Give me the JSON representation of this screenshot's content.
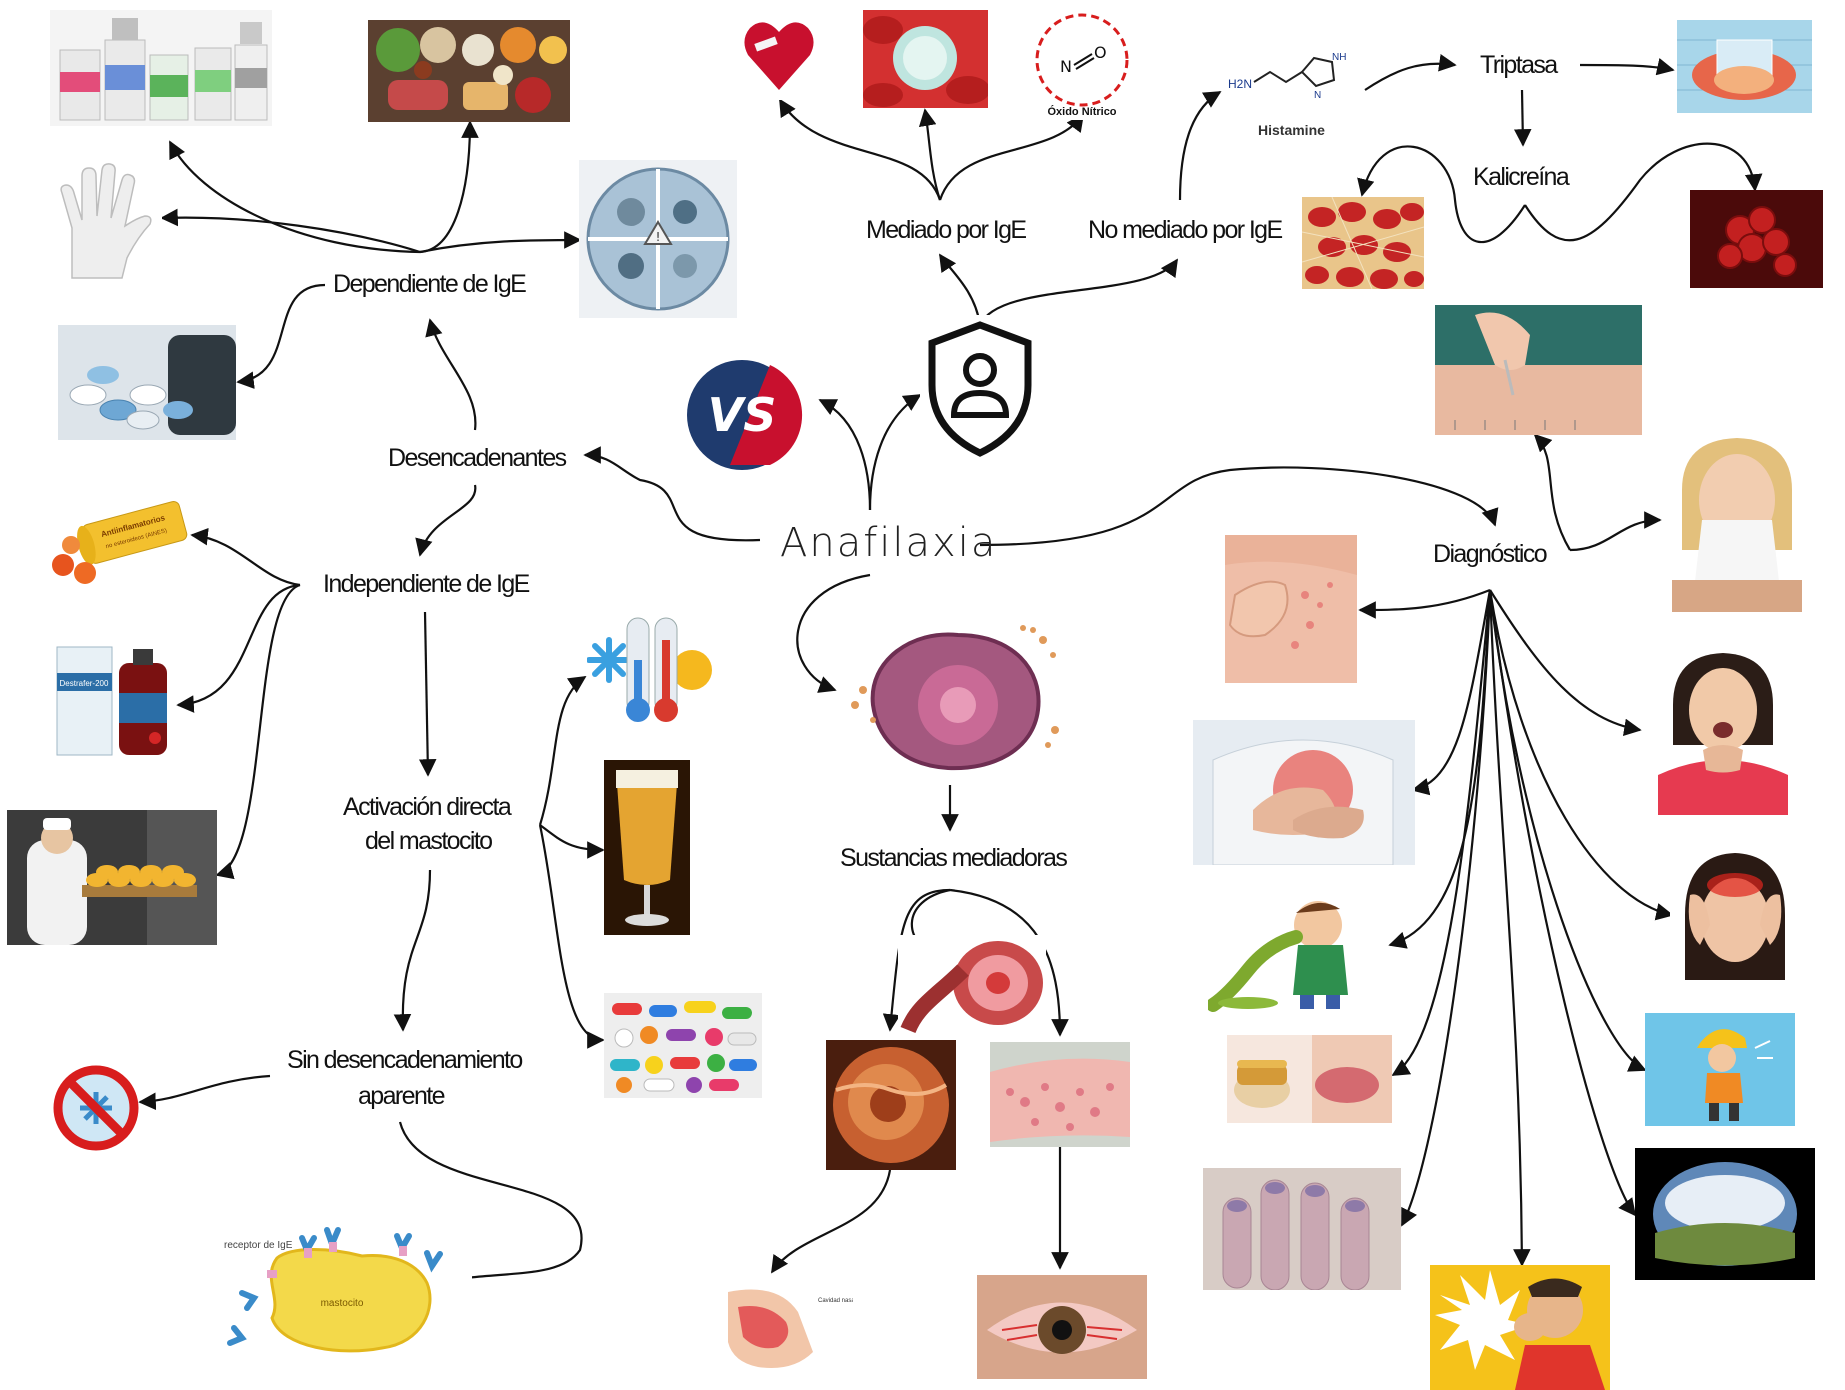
{
  "title": "Anafilaxia",
  "labels": {
    "triggers": "Desencadenantes",
    "ige_dependent": "Dependiente de IgE",
    "ige_independent": "Independiente de IgE",
    "direct_activation_line1": "Activación directa",
    "direct_activation_line2": "del mastocito",
    "no_trigger_line1": "Sin desencadenamiento",
    "no_trigger_line2": "aparente",
    "ige_mediated": "Mediado por IgE",
    "non_ige_mediated": "No mediado por IgE",
    "tryptase": "Triptasa",
    "kallikrein": "Kalicreína",
    "diagnosis": "Diagnóstico",
    "mediators": "Sustancias mediadoras"
  },
  "image_captions": {
    "histamine": "Histamine",
    "nitric_oxide": "Óxido Nítrico",
    "ige_receptor": "receptor de IgE",
    "mast_cell": "mastocito",
    "anti_inflammatory": "Antiinflamatorios",
    "vs": "VS",
    "histamine_formula": "H2N",
    "dextran": "Destrafer-200"
  },
  "colors": {
    "text": "#111111",
    "arrow": "#111111",
    "accent_red": "#c8102e",
    "navy": "#1f3b6e"
  },
  "icons": [
    "medicine-vials-image",
    "food-variety-image",
    "latex-glove-image",
    "allergens-circle-image",
    "pills-image",
    "heart-icon",
    "white-blood-cell-image",
    "nitric-oxide-molecule-icon",
    "histamine-molecule-icon",
    "tryptase-image",
    "red-cells-network-image",
    "red-cells-cluster-image",
    "skin-prick-test-image",
    "vs-badge-icon",
    "shield-person-icon",
    "anti-inflammatory-image",
    "dextran-bottle-image",
    "baker-image",
    "thermometer-weather-icon",
    "beer-glass-image",
    "colorful-pills-image",
    "prohibited-icon",
    "mast-cell-receptor-image",
    "mast-cell-degranulation-image",
    "gut-tract-image",
    "intestine-mucosa-image",
    "skin-rash-arm-image",
    "nasal-cavity-image",
    "red-eye-image",
    "itchy-skin-image",
    "chest-pain-image",
    "vomiting-icon",
    "tongue-swelling-image",
    "cyanotic-fingers-image",
    "sneezing-image",
    "throat-choking-image",
    "headache-image",
    "fainting-worker-icon",
    "tunnel-vision-image",
    "coughing-icon"
  ]
}
